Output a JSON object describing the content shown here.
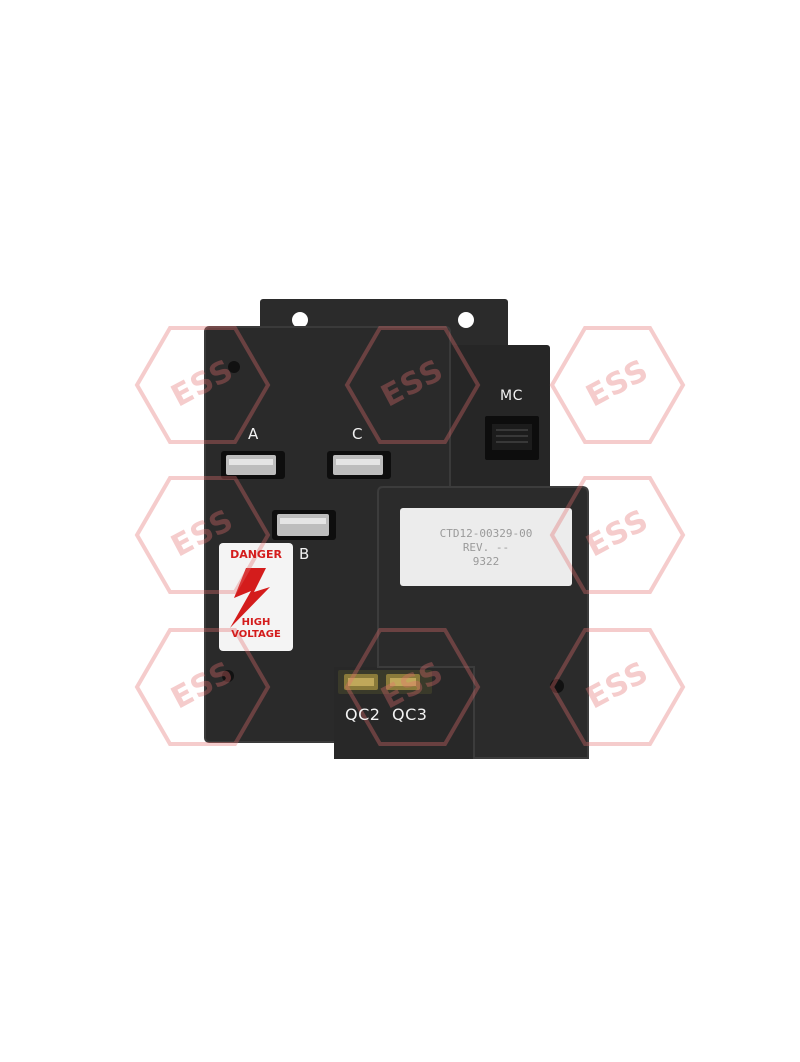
{
  "device": {
    "ports": {
      "a_label": "A",
      "b_label": "B",
      "c_label": "C",
      "mc_label": "MC"
    },
    "terminals": {
      "qc2_label": "QC2",
      "qc3_label": "QC3"
    },
    "warning_sticker": {
      "line1": "DANGER",
      "line2": "HIGH",
      "line3": "VOLTAGE",
      "icon": "lightning-bolt-icon"
    },
    "part_sticker": {
      "part_number": "CTD12-00329-00",
      "revision": "REV. --",
      "date_code": "9322"
    }
  },
  "watermark": {
    "text": "ESS",
    "color": "#e26e6e"
  },
  "colors": {
    "housing": "#2a2a2a",
    "warning_red": "#d41c1c",
    "background": "#ffffff"
  }
}
